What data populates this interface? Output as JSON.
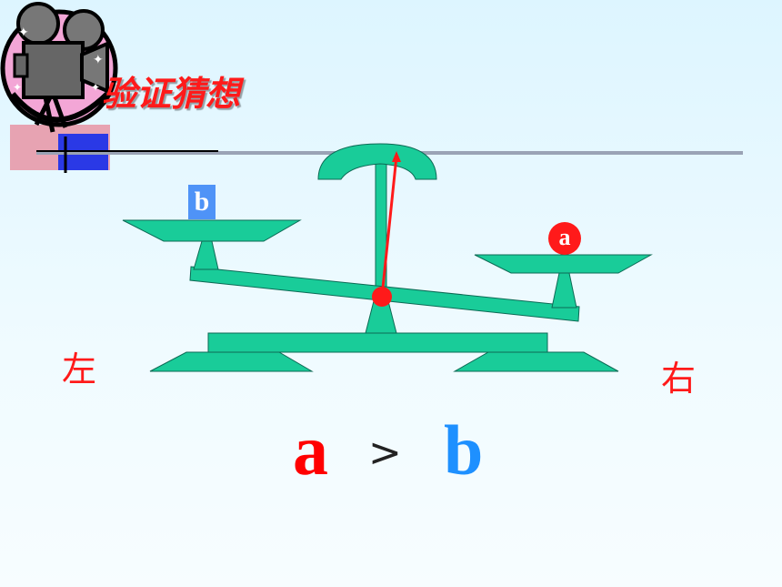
{
  "title": "验证猜想",
  "left_label": "左",
  "right_label": "右",
  "weight_b_label": "b",
  "weight_a_label": "a",
  "formula": {
    "left": "a",
    "operator": ">",
    "right": "b"
  },
  "colors": {
    "scale": "#19cc99",
    "scale_outline": "#0d6a55",
    "red": "#ff1a1a",
    "blue": "#1e90ff"
  }
}
